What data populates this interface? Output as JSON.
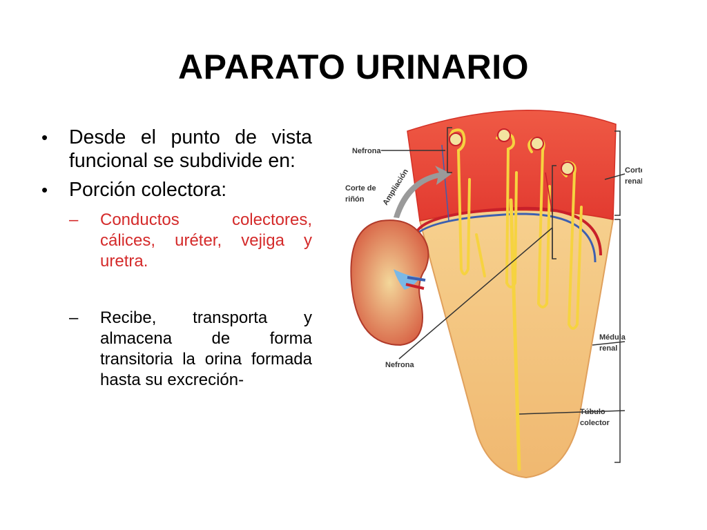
{
  "slide": {
    "title": "APARATO URINARIO",
    "bullets": [
      "Desde el punto de vista funcional se subdivide en:",
      "Porción colectora:"
    ],
    "sub_items": [
      {
        "text": "Conductos colectores, cálices, uréter, vejiga y uretra.",
        "color": "#d42a2a"
      },
      {
        "text": "Recibe,  transporta y almacena de forma transitoria la orina formada hasta su excreción-",
        "color": "#000000"
      }
    ],
    "bullet_glyph": "•",
    "dash_glyph": "–"
  },
  "diagram": {
    "labels": {
      "nefrona_top": "Nefrona",
      "corte_line1": "Corte de",
      "corte_line2": "riñón",
      "ampliacion": "Ampliación",
      "corteza_line1": "Corteza",
      "corteza_line2": "renal",
      "medula_line1": "Médula",
      "medula_line2": "renal",
      "nefrona_bottom": "Nefrona",
      "tubulo_line1": "Túbulo",
      "tubulo_line2": "colector"
    },
    "colors": {
      "cortex": "#ea4a3a",
      "medulla": "#f3c27a",
      "tubule": "#f6d340",
      "vessel_red": "#c8202a",
      "vessel_blue": "#3c5fb0"
    }
  }
}
